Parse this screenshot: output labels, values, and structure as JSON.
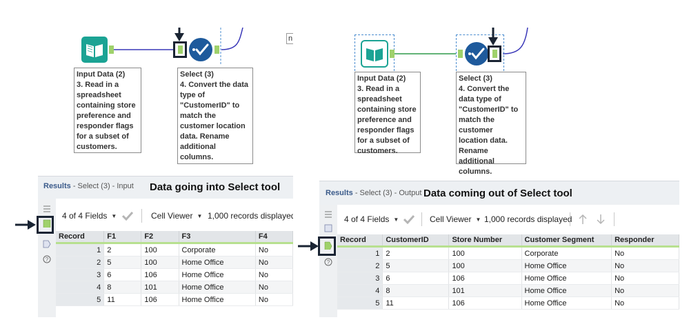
{
  "left": {
    "tools": {
      "input": {
        "name": "Input Data (2)",
        "desc": "3. Read in a spreadsheet containing store preference and responder flags for a subset of customers."
      },
      "select": {
        "name": "Select (3)",
        "desc": "4. Convert the data type of \"CustomerID\" to match the customer location data. Rename additional columns."
      }
    },
    "clipped_label": "n",
    "results": {
      "prefix": "Results",
      "detail": "- Select (3) - Input",
      "annotation": "Data going into Select tool"
    },
    "toolbar": {
      "fields": "4 of 4 Fields",
      "viewer": "Cell Viewer",
      "records": "1,000 records displayed"
    },
    "table": {
      "headers": [
        "Record",
        "F1",
        "F2",
        "F3",
        "F4"
      ],
      "rows": [
        [
          "1",
          "2",
          "100",
          "Corporate",
          "No"
        ],
        [
          "2",
          "5",
          "100",
          "Home Office",
          "No"
        ],
        [
          "3",
          "6",
          "106",
          "Home Office",
          "No"
        ],
        [
          "4",
          "8",
          "101",
          "Home Office",
          "No"
        ],
        [
          "5",
          "11",
          "106",
          "Home Office",
          "No"
        ]
      ]
    }
  },
  "right": {
    "tools": {
      "input": {
        "name": "Input Data (2)",
        "desc": "3. Read in a spreadsheet containing store preference and responder flags for a subset of customers."
      },
      "select": {
        "name": "Select (3)",
        "desc": "4. Convert the data type of \"CustomerID\" to match the customer location data. Rename additional columns."
      }
    },
    "results": {
      "prefix": "Results",
      "detail": "- Select (3) - Output",
      "annotation": "Data coming out of Select tool"
    },
    "toolbar": {
      "fields": "4 of 4 Fields",
      "viewer": "Cell Viewer",
      "records": "1,000 records displayed"
    },
    "table": {
      "headers": [
        "Record",
        "CustomerID",
        "Store Number",
        "Customer Segment",
        "Responder"
      ],
      "rows": [
        [
          "1",
          "2",
          "100",
          "Corporate",
          "No"
        ],
        [
          "2",
          "5",
          "100",
          "Home Office",
          "No"
        ],
        [
          "3",
          "6",
          "106",
          "Home Office",
          "No"
        ],
        [
          "4",
          "8",
          "101",
          "Home Office",
          "No"
        ],
        [
          "5",
          "11",
          "106",
          "Home Office",
          "No"
        ]
      ]
    }
  },
  "colors": {
    "input_teal": "#1ba394",
    "select_blue": "#1e5a9c",
    "anchor_green": "#9fd16b",
    "highlight_green": "#b7e08f",
    "connector_blue": "#3a38b8",
    "connector_green": "#2e9a4a"
  }
}
